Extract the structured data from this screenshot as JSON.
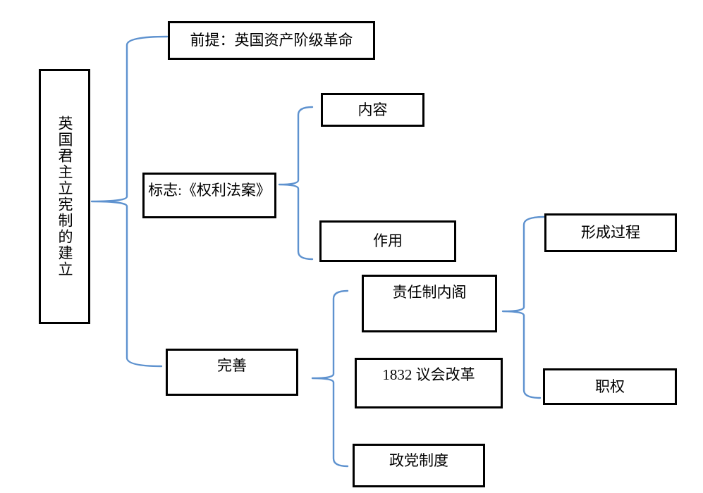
{
  "diagram": {
    "title_node": {
      "label": "英国君主立宪制的建立"
    },
    "nodes": {
      "premise": {
        "label": "前提：英国资产阶级革命"
      },
      "mark": {
        "label": "标志:《权利法案》"
      },
      "content": {
        "label": "内容"
      },
      "function": {
        "label": "作用"
      },
      "perfect": {
        "label": "完善"
      },
      "cabinet": {
        "label": "责任制内阁"
      },
      "reform": {
        "label": "1832 议会改革"
      },
      "party": {
        "label": "政党制度"
      },
      "formation": {
        "label": "形成过程"
      },
      "authority": {
        "label": "职权"
      }
    },
    "edges": [
      {
        "from": "root",
        "to": [
          "premise",
          "mark",
          "perfect"
        ],
        "style": "curly-brace"
      },
      {
        "from": "mark",
        "to": [
          "content",
          "function"
        ],
        "style": "curly-brace"
      },
      {
        "from": "perfect",
        "to": [
          "cabinet",
          "reform",
          "party"
        ],
        "style": "curly-brace"
      },
      {
        "from": "cabinet",
        "to": [
          "formation",
          "authority"
        ],
        "style": "curly-brace"
      }
    ],
    "colors": {
      "brace_color": "#5E92CF",
      "border_color": "#000000",
      "background_color": "#FFFFFF",
      "text_color": "#000000"
    }
  }
}
